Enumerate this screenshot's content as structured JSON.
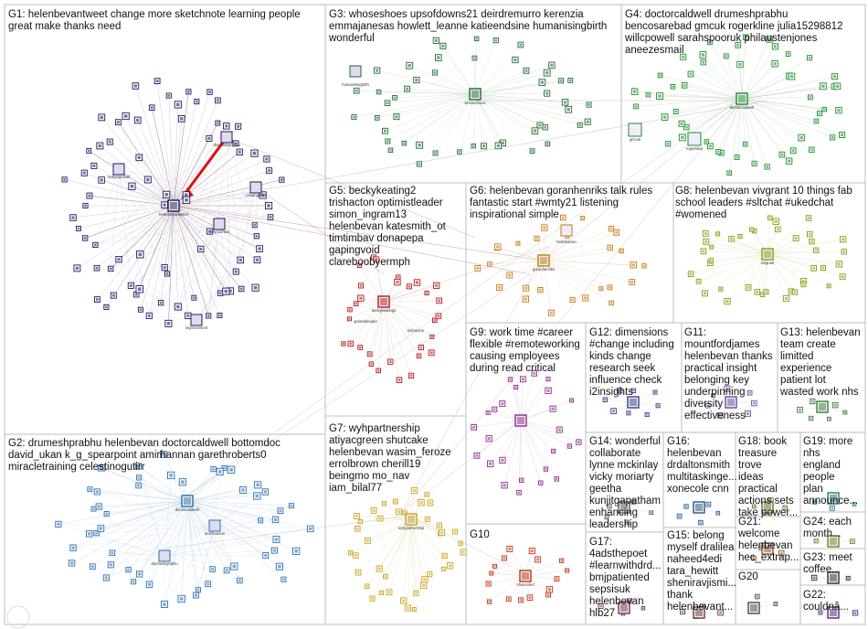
{
  "groups": [
    {
      "id": "G1",
      "text": "G1: helenbevantweet change more sketchnote learning people\ngreat make thanks need",
      "color": "#1a1a5e"
    },
    {
      "id": "G2",
      "text": "G2: drumeshprabhu helenbevan doctorcaldwell bottomdoc\ndavid_ukan k_g_spearpoint amirhannan garethroberts0\nmiracletraining celestinogutirr",
      "color": "#2a6fb0"
    },
    {
      "id": "G3",
      "text": "G3: whoseshoes upsofdowns21 deirdremurro kerenzia\nemmajanesas howlett_leanne katieendsine humanisingbirth\nwonderful",
      "color": "#1f6b2f"
    },
    {
      "id": "G4",
      "text": "G4: doctorcaldwell drumeshprabhu\nbencosarebad gmcuk rogerkline julia15298812\nwillcpowell sarahspooruk philaustenjones\naneezesmail",
      "color": "#1e8c2c"
    },
    {
      "id": "G5",
      "text": "G5: beckykeating2\ntrishacton optimistleader\nsimon_ingram13\nhelenbevan katesmith_ot\ntimtimbav donapepa\ngapingvoid\nclareboobyermph",
      "color": "#b01818"
    },
    {
      "id": "G6",
      "text": "G6: helenbevan goranhenriks talk rules\nfantastic start #wmty21 listening\ninspirational simple",
      "color": "#c07a10"
    },
    {
      "id": "G7",
      "text": "G7: wyhpartnership\natiyacgreen shutcake\nhelenbevan wasim_feroze\nerrolbrown cherill19\nbeingmo mo_nav\niam_bilal77",
      "color": "#c9a21a"
    },
    {
      "id": "G8",
      "text": "G8: helenbevan vivgrant 10 things fab\nschool leaders #sltchat #ukedchat\n#womened",
      "color": "#8a9a12"
    },
    {
      "id": "G9",
      "text": "G9: work time #career\nflexible #remoteworking\ncausing employees\nduring read critical",
      "color": "#8a2a8a"
    },
    {
      "id": "G10",
      "text": "G10",
      "color": "#c03010"
    },
    {
      "id": "G11",
      "text": "G11:\nmountfordjames\nhelenbevan thanks\npractical insight\nbelonging key\nunderpinning\ndiversity\neffectiveness",
      "color": "#6a4a9a"
    },
    {
      "id": "G12",
      "text": "G12: dimensions\n#change including\nkinds change\nresearch seek\ninfluence check\ni2insights",
      "color": "#3a3a8a"
    },
    {
      "id": "G13",
      "text": "G13: helenbevan\nteam create\nlimitted\nexperience\npatient lot\nwasted work nhs",
      "color": "#3a7a3a"
    },
    {
      "id": "G14",
      "text": "G14: wonderful\ncollaborate\nlynne mckinlay\nvicky moriarty\ngeetha\nkunjitgapatham\nenhancing\nleadership",
      "color": "#5a5a5a"
    },
    {
      "id": "G15",
      "text": "G15: belong\nmyself dralilea\nnaheed4edi\ntara_hewitt\nsheniravjismi...\nthank\nhelenbevant...",
      "color": "#6a3a2a"
    },
    {
      "id": "G16",
      "text": "G16:\nhelenbevan\ndrdaltonsmith\nmultitaskinge...\nxonecole cnn",
      "color": "#2a5a8a"
    },
    {
      "id": "G17",
      "text": "G17:\n4adsthepoet\n#learnwithdrd...\nbmjpatiented\nsepsisuk\nhelenbevan\nhlb27",
      "color": "#7a2a5a"
    },
    {
      "id": "G18",
      "text": "G18: book\ntreasure trove\nideas\npractical\nactions sets\ntake power...",
      "color": "#5a7a2a"
    },
    {
      "id": "G19",
      "text": "G19: more\nnhs\nengland\npeople\nplan\nannounce...",
      "color": "#2a7a7a"
    },
    {
      "id": "G20",
      "text": "G20",
      "color": "#4a4a4a"
    },
    {
      "id": "G21",
      "text": "G21:\nwelcome\nhelenbevan\nhec_extrap...",
      "color": "#8a5a2a"
    },
    {
      "id": "G22",
      "text": "G22:\ncouldnâ...",
      "color": "#5a2a7a"
    },
    {
      "id": "G23",
      "text": "G23: meet\ncoffee...",
      "color": "#2a2a2a"
    },
    {
      "id": "G24",
      "text": "G24: each\nmonth...",
      "color": "#7a7a2a"
    }
  ],
  "node_labels": {
    "G1_hub": "helenbevantweet",
    "G1_a": "drumeshprabhu",
    "G1_b": "nhsengland",
    "G1_c": "hollymarshall",
    "G1_d": "improvement",
    "G1_e": "onlyconnect",
    "G2_hub": "doctorcaldwell",
    "G2_b": "drumeshprabhu",
    "G2_c": "amirhannan",
    "G3_hub": "whoseshoes",
    "G3_b": "humanisingbirth",
    "G4_hub": "doctorcaldwell",
    "G4_b": "gmcuk",
    "G4_c": "rogerkline",
    "G5_a": "beckykeating2",
    "G5_b": "optimistleader",
    "G5_c": "trishacton",
    "G6_a": "goranhenriks",
    "G6_b": "helenbevan",
    "G7_hub": "wyhpartnership",
    "G8_hub": "vivgrant",
    "G10_hub": "nhsconfed"
  }
}
